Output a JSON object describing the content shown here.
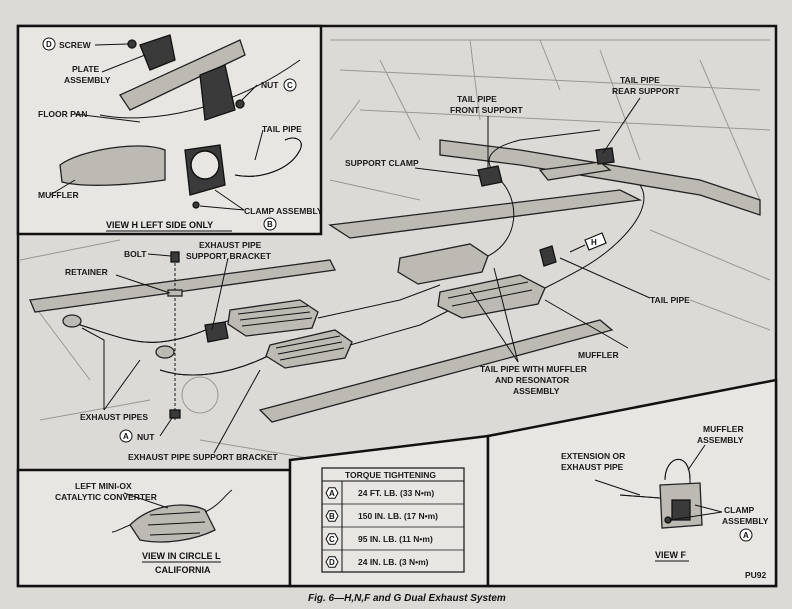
{
  "view_h": {
    "screw": "SCREW",
    "screw_code": "D",
    "plate_assembly_1": "PLATE",
    "plate_assembly_2": "ASSEMBLY",
    "nut": "NUT",
    "nut_code": "C",
    "floor_pan": "FLOOR PAN",
    "tail_pipe": "TAIL PIPE",
    "muffler": "MUFFLER",
    "clamp_assembly": "CLAMP ASSEMBLY",
    "clamp_code": "B",
    "caption": "VIEW H  LEFT SIDE ONLY"
  },
  "main": {
    "tail_pipe_front_support_1": "TAIL PIPE",
    "tail_pipe_front_support_2": "FRONT SUPPORT",
    "tail_pipe_rear_support_1": "TAIL PIPE",
    "tail_pipe_rear_support_2": "REAR SUPPORT",
    "support_clamp": "SUPPORT CLAMP",
    "bolt": "BOLT",
    "exhaust_pipe_support_bracket_1": "EXHAUST PIPE",
    "exhaust_pipe_support_bracket_2": "SUPPORT BRACKET",
    "retainer": "RETAINER",
    "view_marker": "H",
    "tail_pipe": "TAIL PIPE",
    "muffler": "MUFFLER",
    "tail_pipe_muffler_1": "TAIL PIPE WITH MUFFLER",
    "tail_pipe_muffler_2": "AND RESONATOR",
    "tail_pipe_muffler_3": "ASSEMBLY",
    "exhaust_pipes": "EXHAUST PIPES",
    "nut": "NUT",
    "nut_code": "A",
    "exhaust_pipe_support_bracket_bottom": "EXHAUST PIPE SUPPORT BRACKET"
  },
  "view_l": {
    "label_1": "LEFT MINI-OX",
    "label_2": "CATALYTIC CONVERTER",
    "caption": "VIEW IN CIRCLE L",
    "subcaption": "CALIFORNIA"
  },
  "torque": {
    "title": "TORQUE TIGHTENING",
    "rows": [
      {
        "code": "A",
        "value": "24 FT. LB. (33 N•m)"
      },
      {
        "code": "B",
        "value": "150 IN. LB. (17 N•m)"
      },
      {
        "code": "C",
        "value": "95 IN. LB. (11 N•m)"
      },
      {
        "code": "D",
        "value": "24 IN. LB. (3 N•m)"
      }
    ]
  },
  "view_f": {
    "extension_1": "EXTENSION OR",
    "extension_2": "EXHAUST PIPE",
    "muffler_assembly_1": "MUFFLER",
    "muffler_assembly_2": "ASSEMBLY",
    "clamp_assembly_1": "CLAMP",
    "clamp_assembly_2": "ASSEMBLY",
    "clamp_code": "A",
    "caption": "VIEW F"
  },
  "figure": {
    "code": "PU92",
    "caption": "Fig. 6—H,N,F and G Dual Exhaust System"
  },
  "colors": {
    "paper": "#dcdad6",
    "ink": "#111111"
  }
}
